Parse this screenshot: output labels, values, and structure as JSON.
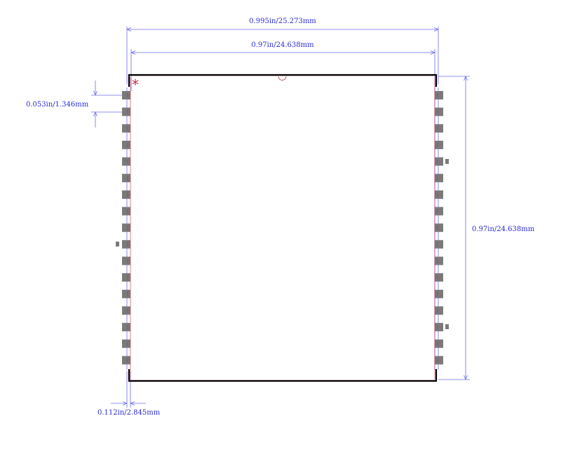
{
  "dimensions": {
    "overall_width": "0.995in/25.273mm",
    "body_width": "0.97in/24.638mm",
    "body_height": "0.97in/24.638mm",
    "pin_pitch": "0.053in/1.346mm",
    "pad_length": "0.112in/2.845mm"
  },
  "pin1_marker": "*",
  "colors": {
    "dimension": "#2b2bd6",
    "pad": "#7a7a7a",
    "outline": "#000000",
    "pin_mark": "#c0304a"
  },
  "pads": {
    "per_side": 17
  }
}
